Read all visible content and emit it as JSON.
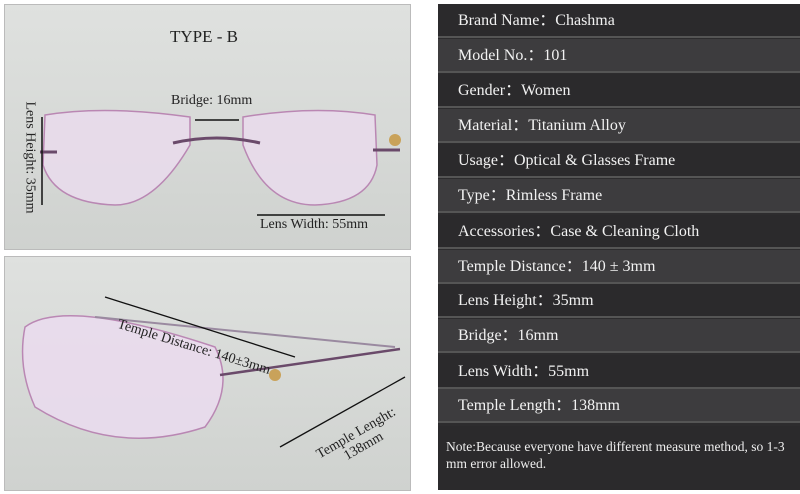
{
  "front_view": {
    "title": "TYPE - B",
    "bridge": "Bridge: 16mm",
    "lens_height": "Lens Height: 35mm",
    "lens_width": "Lens Width: 55mm"
  },
  "side_view": {
    "temple_distance": "Temple Distance: 140±3mm",
    "temple_length": "Temple Lenght: 138mm"
  },
  "specs": [
    "Brand Name：Chashma",
    "Model No.：101",
    "Gender：Women",
    "Material：Titanium Alloy",
    "Usage：Optical & Glasses Frame",
    "Type：Rimless Frame",
    "Accessories：Case & Cleaning Cloth",
    "Temple Distance：140 ± 3mm",
    "Lens Height：35mm",
    "Bridge：16mm",
    "Lens Width：55mm",
    "Temple Length：138mm"
  ],
  "note": "Note:Because everyone have different measure method, so 1-3 mm error allowed."
}
